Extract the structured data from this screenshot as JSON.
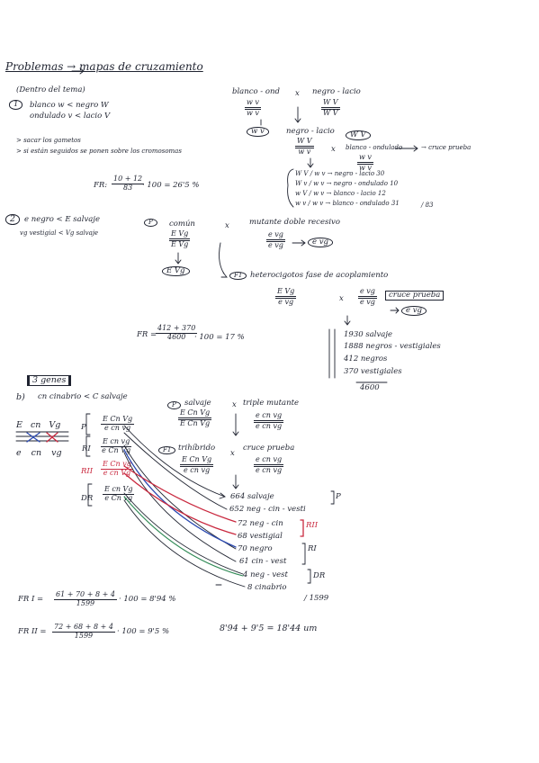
{
  "title": "Problemas → mapas de cruzamiento",
  "dentro": "(Dentro del tema)",
  "p1": {
    "num": "1",
    "l1": "blanco w < negro W",
    "l2": "ondulado v < lacio V",
    "b1": "> sacar los gametos",
    "b2": "> si están seguidos se ponen sobre los cromosomas",
    "cross_left_label": "blanco - ond",
    "cross_left_num": "w v",
    "cross_left_den": "w v",
    "x1": "x",
    "cross_right_label": "negro - lacio",
    "cross_right_num": "W V",
    "cross_right_den": "W V",
    "g1": "w v",
    "g2": "W V",
    "f1_label": "negro - lacio",
    "f1_num": "W V",
    "f1_den": "w v",
    "x2": "x",
    "bc_label": "blanco - ondulado",
    "bc_num": "w v",
    "bc_den": "w v",
    "cruce": "→ cruce prueba",
    "res": [
      "W V / w v → negro - lacio 30",
      "W v / w v → negro - ondulado 10",
      "w V / w v → blanco - lacio 12",
      "w v / w v → blanco - ondulado 31"
    ],
    "total": "/ 83",
    "fr_label": "FR:",
    "fr_num": "10 + 12",
    "fr_den": "83",
    "fr_rest": "· 100 = 26'5 %"
  },
  "p2": {
    "num": "2",
    "l1": "e negro < E salvaje",
    "l2": "vg vestigial < Vg salvaje",
    "p_label": "P",
    "comun": "común",
    "p_num": "E Vg",
    "p_den": "E Vg",
    "x1": "x",
    "mut": "mutante doble recesivo",
    "mut_num": "e vg",
    "mut_den": "e vg",
    "mut_g": "e vg",
    "pg": "E Vg",
    "f1_label": "F1",
    "hetero": "heterocigotos fase de acoplamiento",
    "f1_num": "E Vg",
    "f1_den": "e vg",
    "x2": "x",
    "bc_num": "e vg",
    "bc_den": "e vg",
    "cruce": "cruce prueba",
    "bc_g": "e vg",
    "res": [
      "1930 salvaje",
      "1888 negros - vestigiales",
      "412 negros",
      "370 vestigiales"
    ],
    "total": "4600",
    "fr_label": "FR =",
    "fr_num": "412 + 370",
    "fr_den": "4600",
    "fr_rest": "· 100 = 17 %"
  },
  "p3": {
    "heading": "3 genes",
    "b": "b)",
    "line": "cn cinabrio < C salvaje",
    "chrom_top": "E cn Vg",
    "chrom_bot": "e cn vg",
    "rows": [
      {
        "lbl": "P",
        "num": "E Cn Vg",
        "den": "e cn vg"
      },
      {
        "lbl": "RI",
        "num": "E cn vg",
        "den": "e Cn Vg"
      },
      {
        "lbl": "RII",
        "num": "E Cn vg",
        "den": "e cn Vg"
      },
      {
        "lbl": "DR",
        "num": "E cn Vg",
        "den": "e Cn vg"
      }
    ],
    "p_label": "P",
    "salvaje": "salvaje",
    "s_num": "E Cn Vg",
    "s_den": "E Cn Vg",
    "x1": "x",
    "triple": "triple mutante",
    "t_num": "e cn vg",
    "t_den": "e cn vg",
    "f1_label": "F1",
    "trihibrido": "trihíbrido",
    "h_num": "E Cn Vg",
    "h_den": "e cn vg",
    "x2": "x",
    "cruce": "cruce prueba",
    "cp_num": "e cn vg",
    "cp_den": "e cn vg",
    "res": [
      "664 salvaje",
      "652 neg - cin - vesti",
      "72 neg - cin",
      "68 vestigial",
      "70 negro",
      "61 cin - vest",
      "4 neg - vest",
      "8 cinabrio"
    ],
    "tag_p": "P",
    "tag_rii": "RII",
    "tag_ri": "RI",
    "tag_dr": "DR",
    "total": "/ 1599",
    "fr1_label": "FR I =",
    "fr1_num": "61 + 70 + 8 + 4",
    "fr1_den": "1599",
    "fr1_rest": "· 100 = 8'94 %",
    "fr2_label": "FR II =",
    "fr2_num": "72 + 68 + 8 + 4",
    "fr2_den": "1599",
    "fr2_rest": "· 100 = 9'5 %",
    "sum": "8'94 + 9'5 = 18'44 um"
  }
}
